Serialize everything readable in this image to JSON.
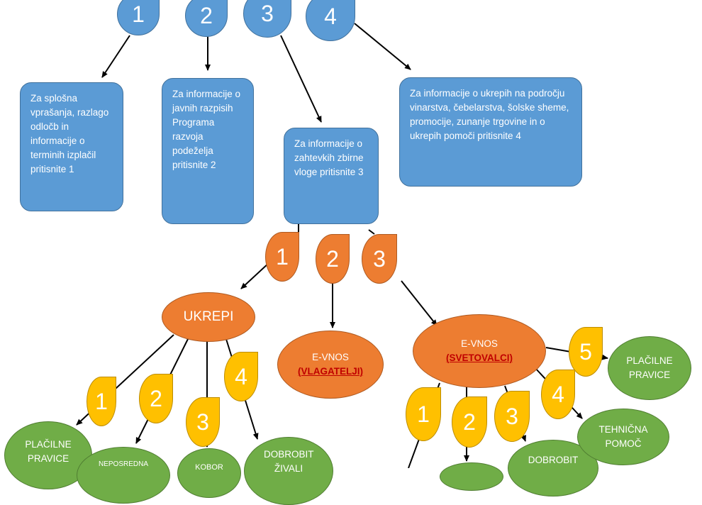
{
  "top_level": {
    "keys": [
      "1",
      "2",
      "3",
      "4"
    ],
    "boxes": [
      "Za splošna vprašanja, razlago odločb in informacije o terminih izplačil pritisnite 1",
      "Za informacije o javnih razpisih Programa razvoja podeželja pritisnite 2",
      "Za informacije o zahtevkih zbirne vloge pritisnite 3",
      "Za informacije o ukrepih na področju vinarstva, čebelarstva, šolske sheme, promocije, zunanje trgovine in o ukrepih pomoči pritisnite 4"
    ]
  },
  "second_level": {
    "keys": [
      "1",
      "2",
      "3"
    ],
    "ukrepi": "UKREPI",
    "evnos_vlagatelji": {
      "title": "E-VNOS",
      "sub": "(VLAGATELJI)"
    },
    "evnos_svetovalci": {
      "title": "E-VNOS",
      "sub": "(SVETOVALCI)"
    }
  },
  "ukrepi_branch": {
    "keys": [
      "1",
      "2",
      "3",
      "4"
    ],
    "nodes": [
      "PLAČILNE PRAVICE",
      "NEPOSREDNA",
      "KOBOR",
      "DOBROBIT ŽIVALI"
    ]
  },
  "svetovalci_branch": {
    "keys": [
      "1",
      "2",
      "3",
      "4",
      "5"
    ],
    "nodes": [
      "DOBROBIT",
      "TEHNIČNA POMOČ",
      "PLAČILNE PRAVICE"
    ]
  },
  "colors": {
    "blue": "#5b9bd5",
    "orange": "#ed7d31",
    "yellow": "#ffc000",
    "green": "#70ad47",
    "underline_red": "#c00000",
    "connector": "#000000"
  }
}
